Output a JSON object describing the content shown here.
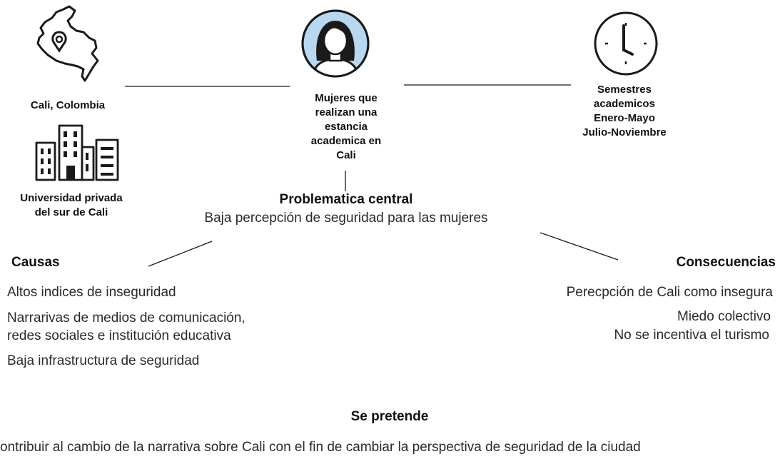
{
  "top": {
    "location_label": "Cali, Colombia",
    "university_label": [
      "Universidad privada",
      "del sur de Cali"
    ],
    "women_label": [
      "Mujeres que",
      "realizan una",
      "estancia",
      "academica en",
      "Cali"
    ],
    "semesters_label": [
      "Semestres",
      "academicos",
      "Enero-Mayo",
      "Julio-Noviembre"
    ]
  },
  "central": {
    "title": "Problematica central",
    "subtitle": "Baja percepción de seguridad para las mujeres"
  },
  "causes": {
    "title": "Causas",
    "items": [
      "Altos indices de inseguridad",
      "Narrarivas de medios de comunicación,",
      "redes sociales e institución educativa",
      "Baja infrastructura de seguridad"
    ]
  },
  "consequences": {
    "title": "Consecuencias",
    "items": [
      "Perecpción de Cali como insegura",
      "Miedo colectivo",
      "No se incentiva el turismo"
    ]
  },
  "goal": {
    "title": "Se pretende",
    "text": "ontribuir al cambio de la narrativa sobre Cali con el fin de cambiar la perspectiva de seguridad de la ciudad"
  },
  "icons": [
    "colombia-map-icon",
    "buildings-icon",
    "woman-avatar-icon",
    "clock-icon"
  ],
  "colors": {
    "avatar_fill": "#b9d7ee",
    "line": "#1a1a1a",
    "text": "#2a2a2a"
  }
}
